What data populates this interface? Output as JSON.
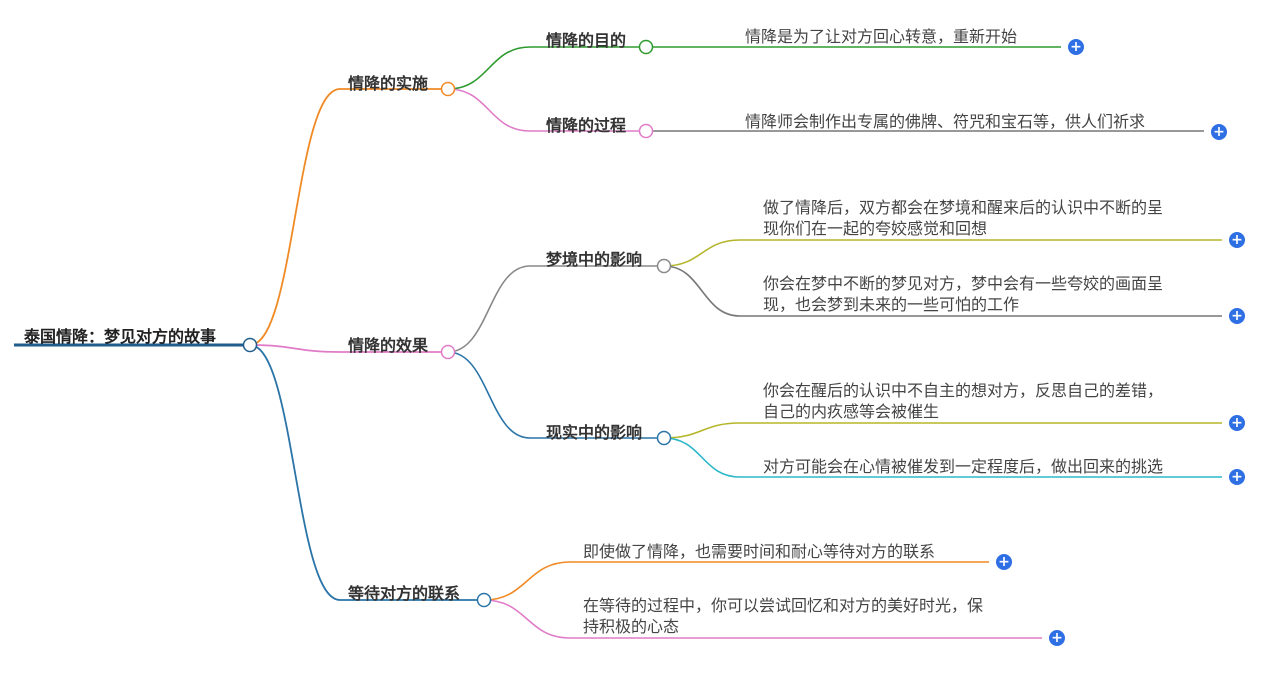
{
  "root": {
    "label": "泰国情降：梦见对方的故事",
    "color": "#1f5d8c"
  },
  "branches": [
    {
      "label": "情降的实施",
      "color": "#f08a24",
      "children": [
        {
          "label": "情降的目的",
          "color": "#2e9a2e",
          "leaves": [
            {
              "text": "情降是为了让对方回心转意，重新开始",
              "color": "#2e9a2e"
            }
          ]
        },
        {
          "label": "情降的过程",
          "color": "#e07bc8",
          "leaves": [
            {
              "text": "情降师会制作出专属的佛牌、符咒和宝石等，供人们祈求",
              "color": "#777777"
            }
          ]
        }
      ]
    },
    {
      "label": "情降的效果",
      "color": "#e07bc8",
      "children": [
        {
          "label": "梦境中的影响",
          "color": "#888888",
          "leaves": [
            {
              "text": "做了情降后，双方都会在梦境和醒来后的认识中不断的呈现你们在一起的夸姣感觉和回想",
              "line1": "做了情降后，双方都会在梦境和醒来后的认识中不断的呈",
              "line2": "现你们在一起的夸姣感觉和回想",
              "color": "#b5b52a"
            },
            {
              "text": "你会在梦中不断的梦见对方，梦中会有一些夸姣的画面呈现，也会梦到未来的一些可怕的工作",
              "line1": "你会在梦中不断的梦见对方，梦中会有一些夸姣的画面呈",
              "line2": "现，也会梦到未来的一些可怕的工作",
              "color": "#777777"
            }
          ]
        },
        {
          "label": "现实中的影响",
          "color": "#2a74a8",
          "leaves": [
            {
              "text": "你会在醒后的认识中不自主的想对方，反思自己的差错，自己的内疚感等会被催生",
              "line1": "你会在醒后的认识中不自主的想对方，反思自己的差错，",
              "line2": "自己的内疚感等会被催生",
              "color": "#b5b52a"
            },
            {
              "text": "对方可能会在心情被催发到一定程度后，做出回来的挑选",
              "color": "#2bb8c8"
            }
          ]
        }
      ]
    },
    {
      "label": "等待对方的联系",
      "color": "#2a74a8",
      "leaves": [
        {
          "text": "即使做了情降，也需要时间和耐心等待对方的联系",
          "color": "#f08a24"
        },
        {
          "text": "在等待的过程中，你可以尝试回忆和对方的美好时光，保持积极的心态",
          "line1": "在等待的过程中，你可以尝试回忆和对方的美好时光，保",
          "line2": "持积极的心态",
          "color": "#e07bc8"
        }
      ]
    }
  ],
  "expand_icon": "plus-icon"
}
